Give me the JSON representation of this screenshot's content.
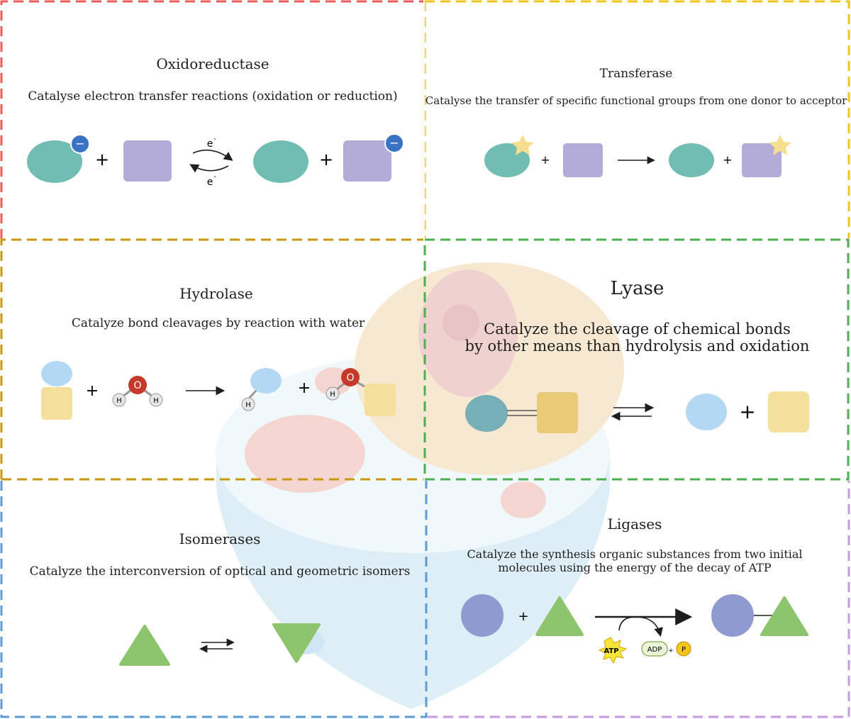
{
  "colors": {
    "teal": "#72bdb3",
    "lavender": "#b3acd8",
    "light_blue": "#b3d8f4",
    "pale_yellow": "#f4e09a",
    "green": "#8dc46e",
    "periwinkle": "#8f9ad0",
    "minus_blue": "#3a72c4",
    "star_yellow": "#f5df8e",
    "oxygen_red": "#c53a2a",
    "border_red": "#f05a5a",
    "border_yellow": "#f0c419",
    "border_mustard": "#c8980f",
    "border_green": "#4caf50",
    "border_blue": "#5b9bd5",
    "border_purple": "#c39be0"
  },
  "oxidoreductase": {
    "title": "Oxidoreductase",
    "description": "Catalyse electron transfer reactions (oxidation or reduction)",
    "electron_label": "e",
    "superscript": "-",
    "plus": "+"
  },
  "transferase": {
    "title": "Transferase",
    "description": "Catalyse the transfer of specific functional groups from one  donor to acceptor",
    "plus": "+"
  },
  "hydrolase": {
    "title": "Hydrolase",
    "description": "Catalyze bond cleavages by reaction with water",
    "oxygen": "O",
    "hydrogen": "H",
    "plus": "+"
  },
  "lyase": {
    "title": "Lyase",
    "description_line1": "Catalyze the cleavage of chemical bonds",
    "description_line2": "by other means than hydrolysis and oxidation",
    "plus": "+"
  },
  "isomerases": {
    "title": "Isomerases",
    "description": "Catalyze the interconversion of optical and geometric isomers"
  },
  "ligases": {
    "title": "Ligases",
    "description_line1": "Catalyze the synthesis organic substances from two initial",
    "description_line2": "molecules using the energy of the decay of ATP",
    "atp": "ATP",
    "adp": "ADP",
    "phosphate": "P",
    "plus": "+"
  }
}
